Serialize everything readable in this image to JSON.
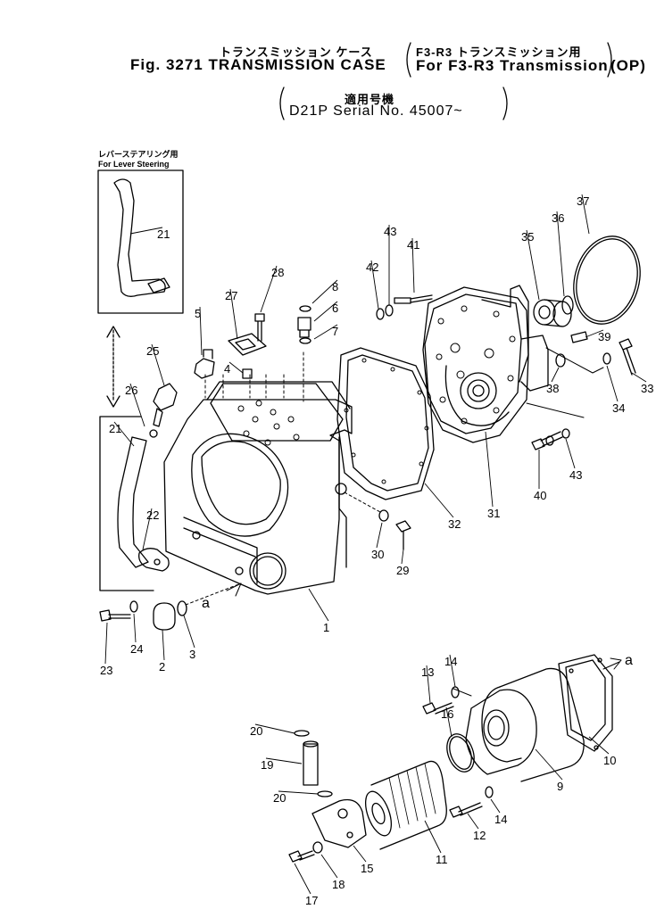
{
  "header": {
    "title_jp": "トランスミッション ケース",
    "fig_title": "Fig. 3271 TRANSMISSION CASE",
    "paren_jp": "F3-R3 トランスミッション用",
    "paren_en": "For F3-R3 Transmission",
    "option": "(OP)",
    "applic_jp": "適用号機",
    "applic_en": "D21P Serial No. 45007~"
  },
  "inset": {
    "label_jp": "レバーステアリング用",
    "label_en": "For Lever Steering"
  },
  "view_ref": "a",
  "parts": [
    "1",
    "2",
    "3",
    "4",
    "5",
    "6",
    "7",
    "8",
    "9",
    "10",
    "11",
    "12",
    "13",
    "14",
    "14",
    "15",
    "16",
    "17",
    "18",
    "19",
    "20",
    "20",
    "21",
    "21",
    "22",
    "23",
    "24",
    "25",
    "26",
    "27",
    "28",
    "29",
    "30",
    "31",
    "32",
    "33",
    "34",
    "35",
    "36",
    "37",
    "38",
    "39",
    "40",
    "41",
    "42",
    "43",
    "43"
  ]
}
